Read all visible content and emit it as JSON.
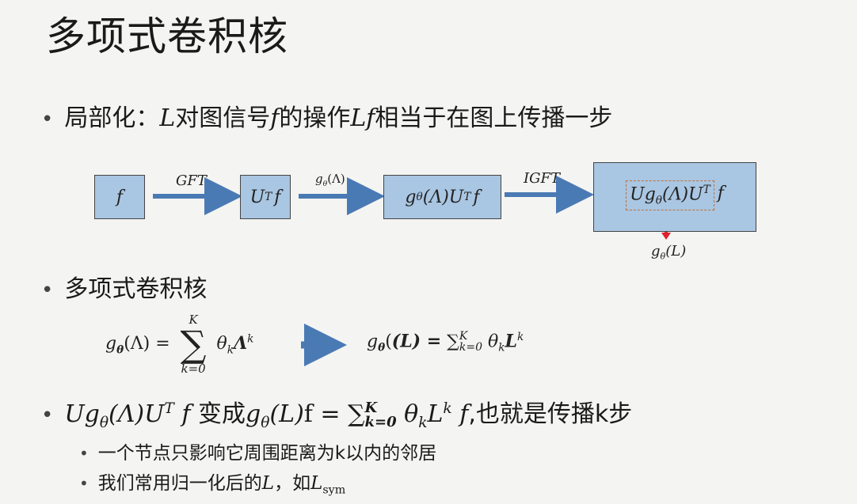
{
  "title": "多项式卷积核",
  "bullets": {
    "b1_text_a": "局部化：",
    "b1_L": "L",
    "b1_text_b": "对图信号",
    "b1_f": "f",
    "b1_text_c": "的操作",
    "b1_Lf": "Lf",
    "b1_text_d": "相当于在图上传播一步",
    "b2_text": "多项式卷积核",
    "b3_text_a": "变成",
    "b3_text_b": "f =",
    "b3_text_c": ",也就是传播k步",
    "s1_text": "一个节点只影响它周围距离为k以内的邻居",
    "s2_text_a": "我们常用归一化后的",
    "s2_L": "L",
    "s2_text_b": "，如",
    "s2_Lsym": "L",
    "s2_sym": "sym"
  },
  "diagram": {
    "box_f": "f",
    "box_utf": "U",
    "box_utf_sup": "T",
    "box_utf_tail": "f",
    "box_g": "g",
    "box_g_sub": "θ",
    "box_g_tail": "(Λ)U",
    "box_g_sup": "T",
    "box_g_f": "f",
    "box_big_pre": "Ug",
    "box_big_sub": "θ",
    "box_big_mid": "(Λ)U",
    "box_big_sup": "T",
    "box_big_f": "f",
    "arrow1_label": "GFT",
    "arrow2_label_g": "g",
    "arrow2_label_sub": "θ",
    "arrow2_label_tail": "(Λ)",
    "arrow3_label": "IGFT",
    "red_label_g": "g",
    "red_label_sub": "θ",
    "red_label_tail": "(L)"
  },
  "formulas": {
    "left_g": "g",
    "left_sub": "θ",
    "left_arg": "(Λ) =",
    "sum_top": "K",
    "sum_sym": "∑",
    "sum_bottom": "k=0",
    "left_term": "θ",
    "left_term_sub": "k",
    "left_term_Lambda": "Λ",
    "left_term_sup": "k",
    "right_g": "g",
    "right_sub": "θ",
    "right_arg": "(L) =",
    "right_sum": "∑",
    "right_sum_sup": "K",
    "right_sum_sub": "k=0",
    "right_theta": "θ",
    "right_theta_sub": "k",
    "right_L": "L",
    "right_L_sup": "k"
  },
  "colors": {
    "box_fill": "#a9c6e2",
    "arrow": "#4a7ab4",
    "red_arrow": "#e0202a",
    "dashed_border": "#c0703b"
  }
}
